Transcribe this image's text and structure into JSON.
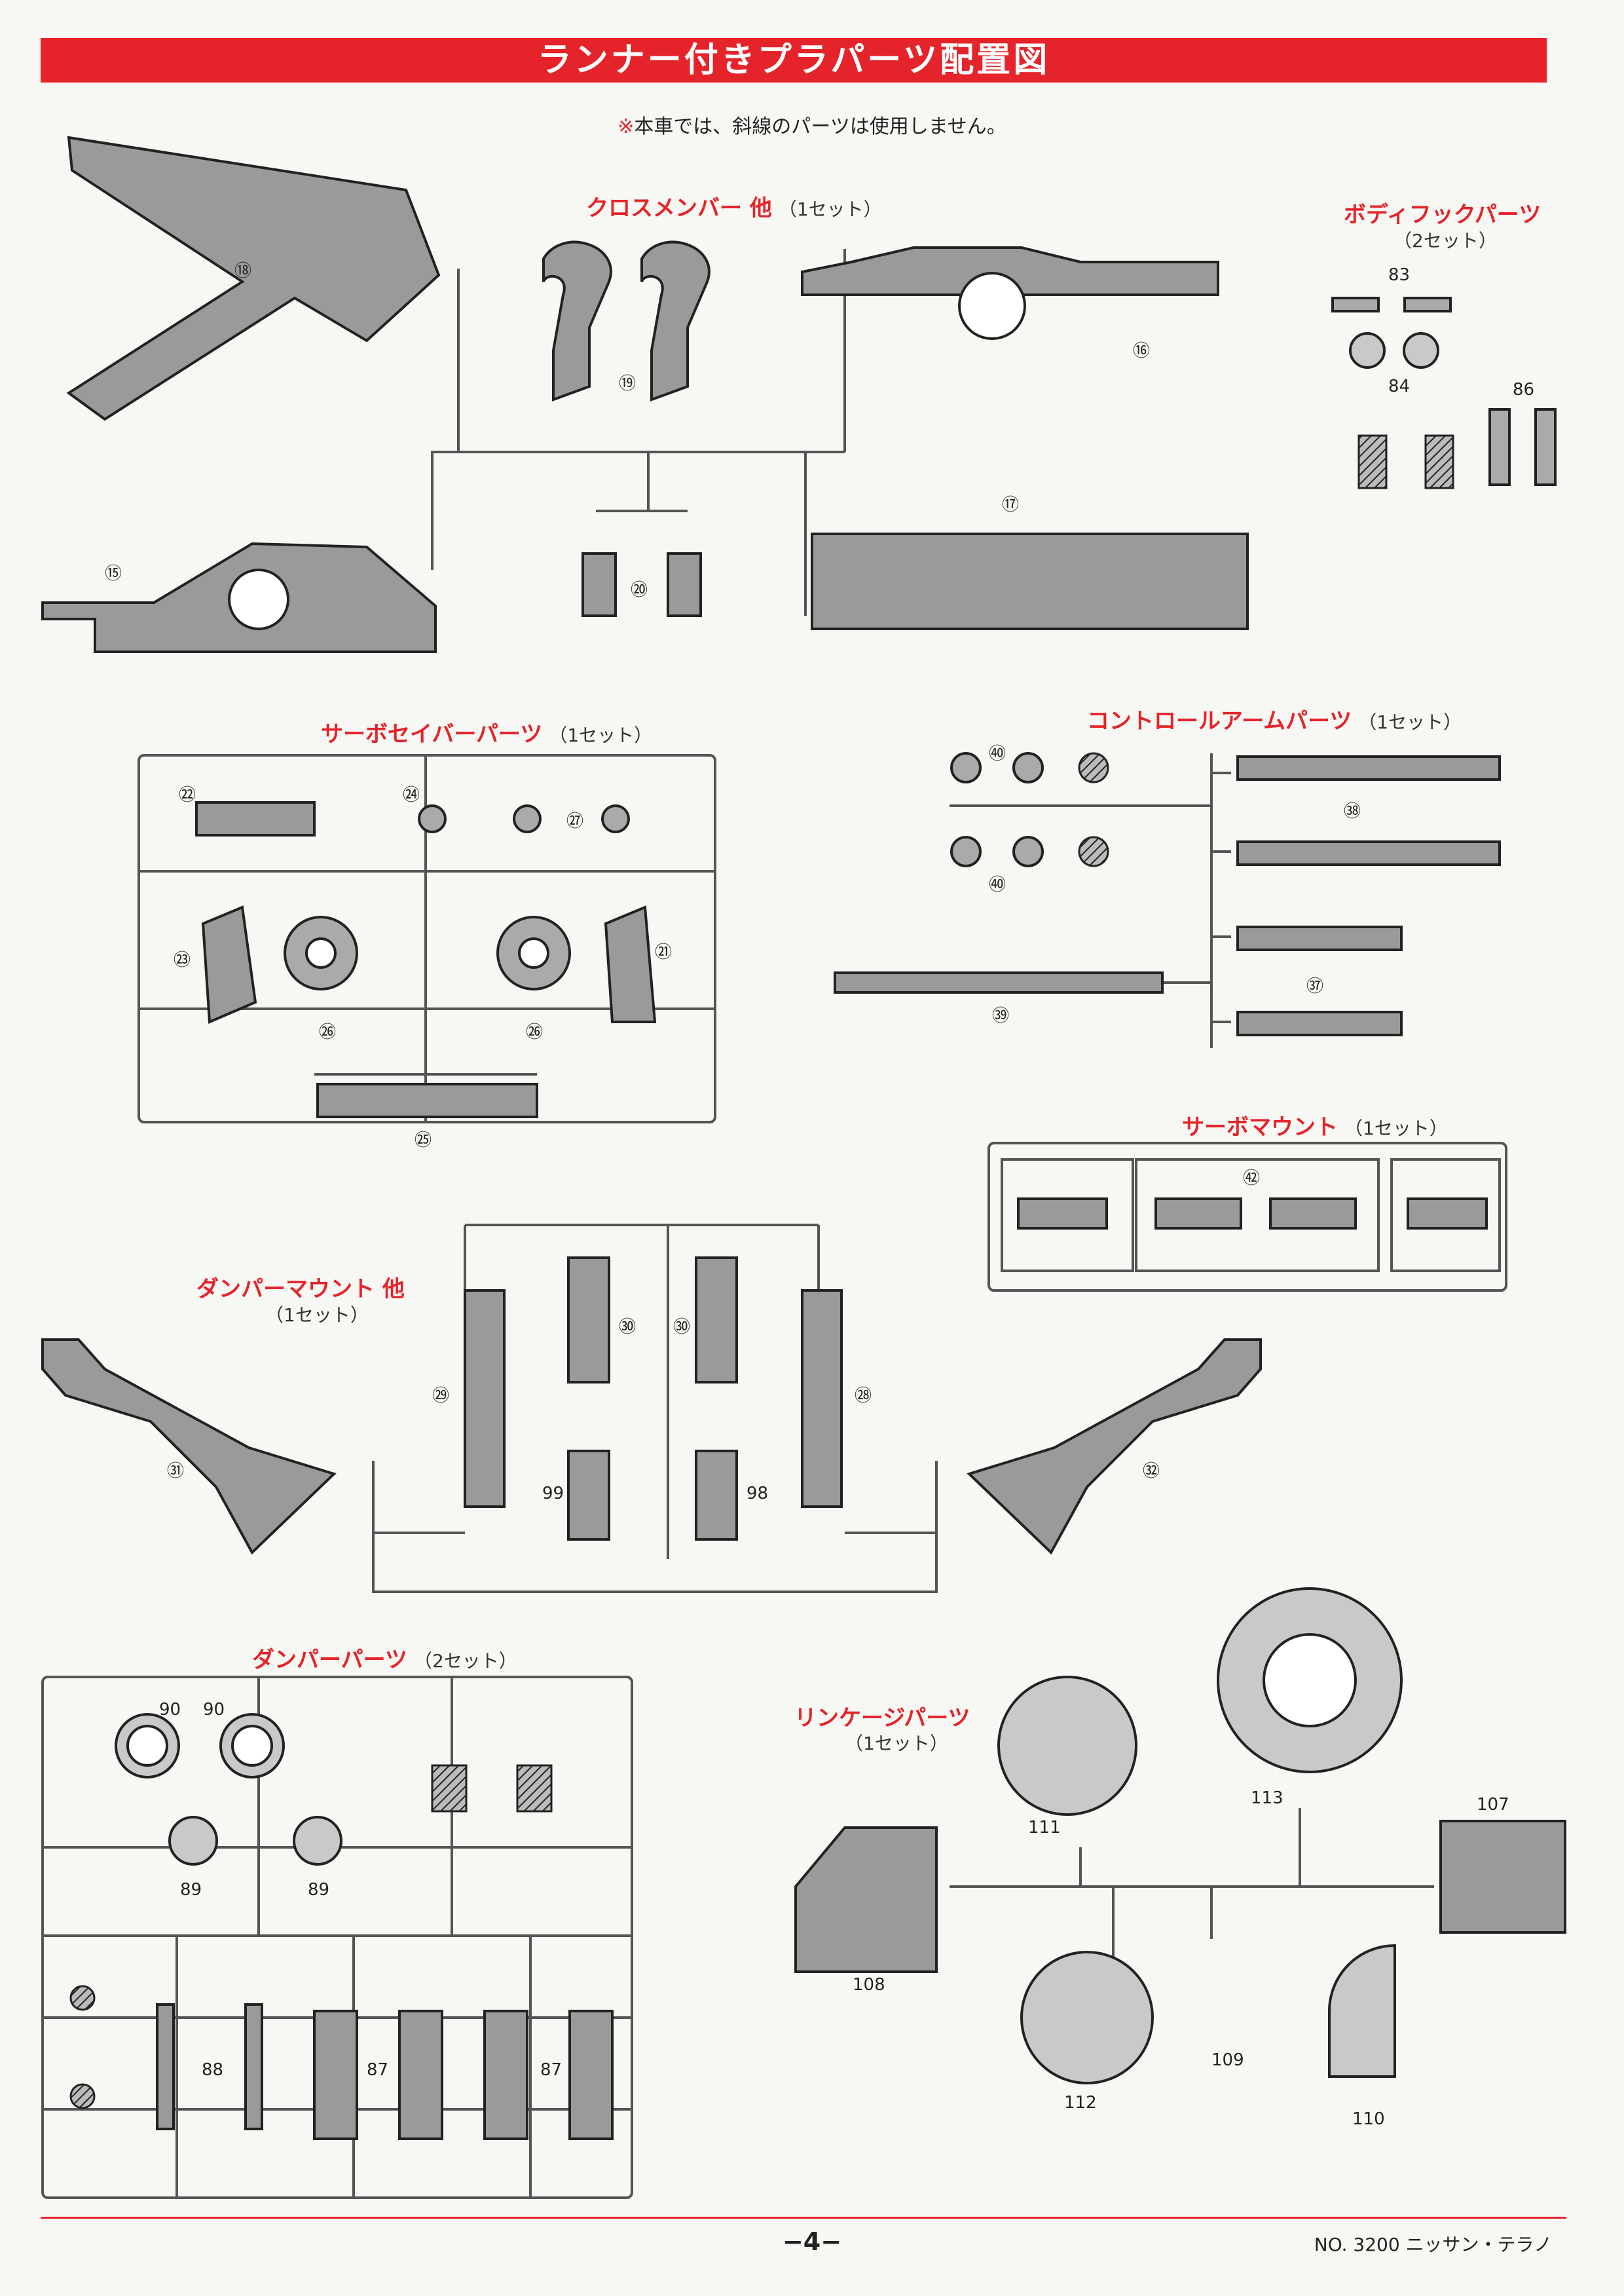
{
  "banner": "ランナー付きプラパーツ配置図",
  "note": {
    "mark": "※",
    "text": "本車では、斜線のパーツは使用しません。"
  },
  "sections": {
    "cross_member": {
      "title": "クロスメンバー 他",
      "count": "（1セット）"
    },
    "body_hook": {
      "title": "ボディフックパーツ",
      "count": "（2セット）"
    },
    "servo_saver": {
      "title": "サーボセイバーパーツ",
      "count": "（1セット）"
    },
    "control_arm": {
      "title": "コントロールアームパーツ",
      "count": "（1セット）"
    },
    "servo_mount": {
      "title": "サーボマウント",
      "count": "（1セット）"
    },
    "damper_mount": {
      "title": "ダンパーマウント 他",
      "count": "（1セット）"
    },
    "damper_parts": {
      "title": "ダンパーパーツ",
      "count": "（2セット）"
    },
    "linkage": {
      "title": "リンケージパーツ",
      "count": "（1セット）"
    }
  },
  "labels": {
    "p15": "⑮",
    "p16": "⑯",
    "p17": "⑰",
    "p18": "⑱",
    "p19": "⑲",
    "p20": "⑳",
    "p21": "㉑",
    "p22": "㉒",
    "p23": "㉓",
    "p24": "㉔",
    "p25": "㉕",
    "p26": "㉖",
    "p27": "㉗",
    "p28": "㉘",
    "p29": "㉙",
    "p30": "㉚",
    "p31": "㉛",
    "p32": "㉜",
    "p37": "㊲",
    "p38": "㊳",
    "p39": "㊴",
    "p40": "㊵",
    "p42": "㊷",
    "p83": "83",
    "p84": "84",
    "p86": "86",
    "p87": "87",
    "p88": "88",
    "p89": "89",
    "p90": "90",
    "p98": "98",
    "p99": "99",
    "p107": "107",
    "p108": "108",
    "p109": "109",
    "p110": "110",
    "p111": "111",
    "p112": "112",
    "p113": "113"
  },
  "footer": {
    "page": "−4−",
    "model": "NO. 3200 ニッサン・テラノ"
  }
}
